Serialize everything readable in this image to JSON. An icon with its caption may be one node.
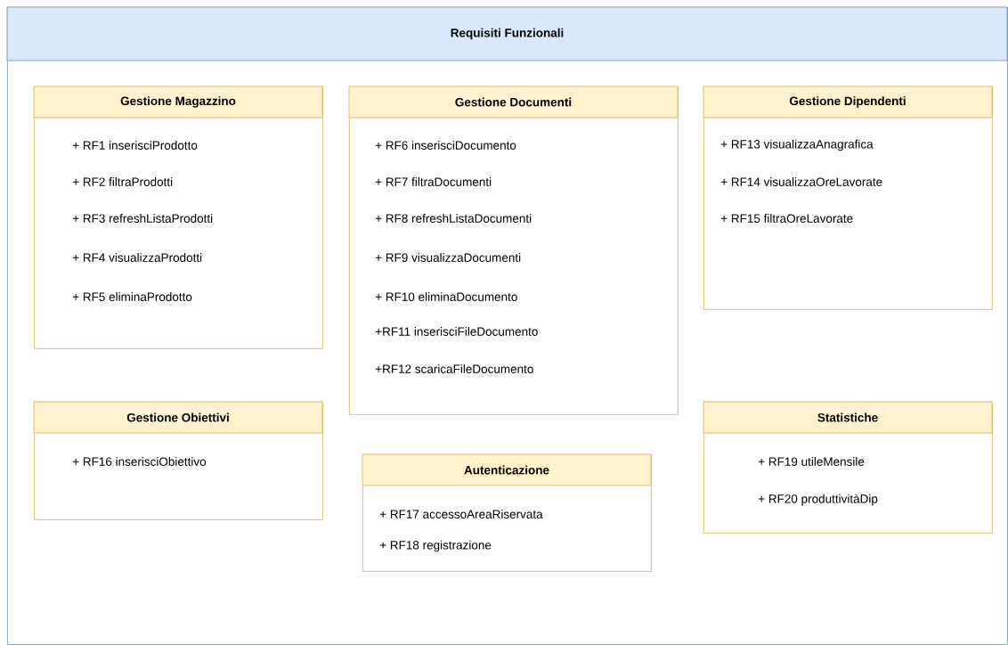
{
  "diagram": {
    "nodes": [
      {
        "text": [
          "Requisiti Funzionali"
        ]
      },
      {
        "text": [
          "Gestione Magazzino",
          "+ RF1 inserisciProdotto",
          "+ RF2 filtraProdotti",
          "+ RF3 refreshListaProdotti",
          "+ RF4 visualizzaProdotti",
          "+ RF5 eliminaProdotto"
        ],
        "in": 0
      },
      {
        "text": [
          "Gestione Documenti",
          "+ RF6 inserisciDocumento",
          "+ RF7 filtraDocumenti",
          "+ RF8 refreshListaDocumenti",
          "+ RF9 visualizzaDocumenti",
          "+ RF10 eliminaDocumento",
          "+RF11 inserisciFileDocumento",
          "+RF12 scaricaFileDocumento"
        ],
        "in": 0
      },
      {
        "text": [
          "Gestione Dipendenti",
          "+ RF13 visualizzaAnagrafica",
          "+ RF14 visualizzaOreLavorate",
          "+ RF15 filtraOreLavorate"
        ],
        "in": 0
      },
      {
        "text": [
          "Gestione Obiettivi",
          "+ RF16 inserisciObiettivo"
        ],
        "in": 0
      },
      {
        "text": [
          "Autenticazione",
          "+ RF17 accessoAreaRiservata",
          "+ RF18 registrazione"
        ],
        "in": 0
      },
      {
        "text": [
          "Statistiche",
          "+ RF19 utileMensile",
          "+ RF20 produttivitàDip"
        ],
        "in": 0
      }
    ]
  }
}
